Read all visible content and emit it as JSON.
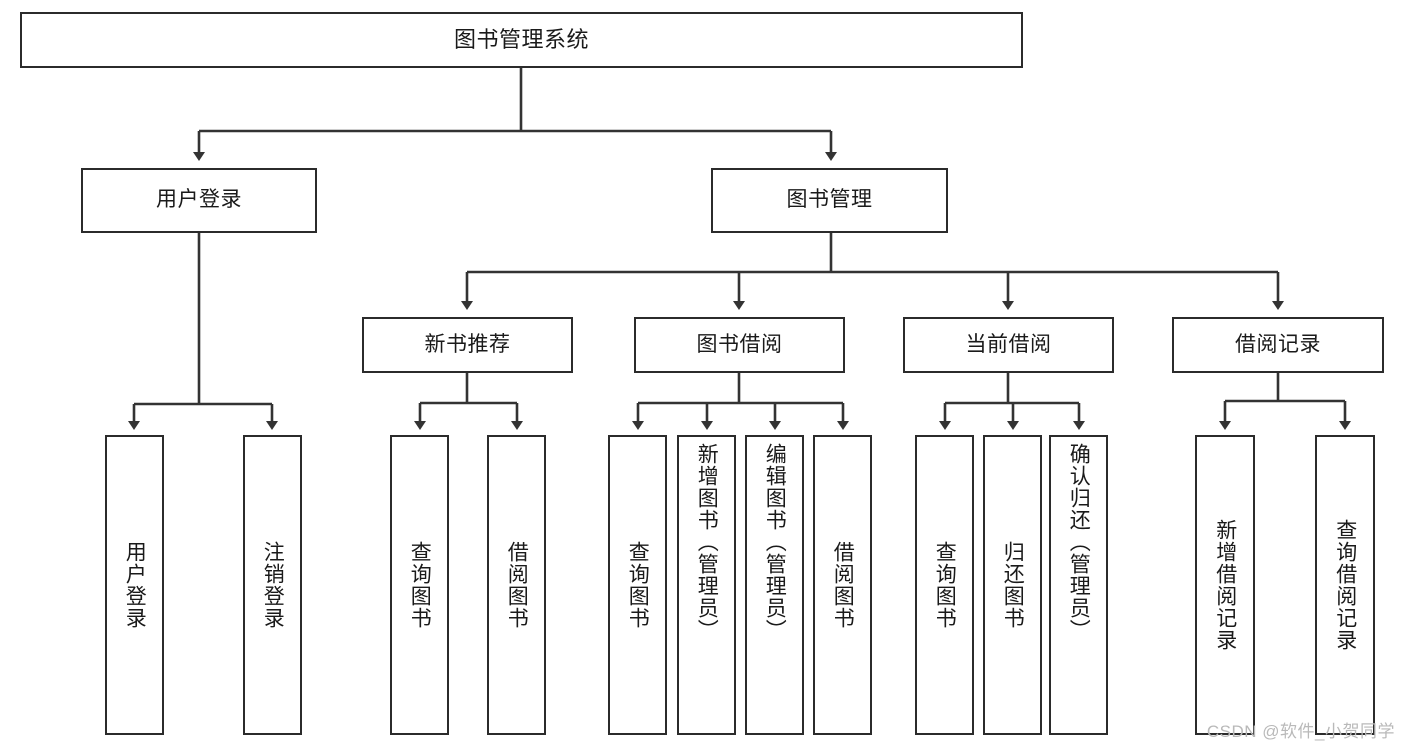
{
  "diagram": {
    "type": "tree",
    "title": "图书管理系统",
    "watermark": "CSDN @软件_小贺同学",
    "colors": {
      "box_border": "#2b2b2b",
      "box_fill": "#ffffff",
      "edge": "#333333",
      "text": "#1a1a1a",
      "watermark": "#b9b9b9",
      "background": "#ffffff"
    },
    "nodes": {
      "root": {
        "label": "图书管理系统"
      },
      "level1": [
        {
          "id": "user_login",
          "label": "用户登录"
        },
        {
          "id": "book_manage",
          "label": "图书管理"
        }
      ],
      "level2": [
        {
          "id": "new_book_rec",
          "label": "新书推荐"
        },
        {
          "id": "book_borrow",
          "label": "图书借阅"
        },
        {
          "id": "current_borrow",
          "label": "当前借阅"
        },
        {
          "id": "borrow_record",
          "label": "借阅记录"
        }
      ],
      "leaves": {
        "user_login": [
          {
            "id": "leaf_user_login",
            "label": "用户登录"
          },
          {
            "id": "leaf_logout",
            "label": "注销登录"
          }
        ],
        "new_book_rec": [
          {
            "id": "leaf_query_book_1",
            "label": "查询图书"
          },
          {
            "id": "leaf_borrow_book_1",
            "label": "借阅图书"
          }
        ],
        "book_borrow": [
          {
            "id": "leaf_query_book_2",
            "label": "查询图书"
          },
          {
            "id": "leaf_add_book",
            "label": "新增图书（管理员）"
          },
          {
            "id": "leaf_edit_book",
            "label": "编辑图书（管理员）"
          },
          {
            "id": "leaf_borrow_book_2",
            "label": "借阅图书"
          }
        ],
        "current_borrow": [
          {
            "id": "leaf_query_book_3",
            "label": "查询图书"
          },
          {
            "id": "leaf_return_book",
            "label": "归还图书"
          },
          {
            "id": "leaf_confirm_return",
            "label": "确认归还（管理员）"
          }
        ],
        "borrow_record": [
          {
            "id": "leaf_add_record",
            "label": "新增借阅记录"
          },
          {
            "id": "leaf_query_record",
            "label": "查询借阅记录"
          }
        ]
      }
    }
  }
}
